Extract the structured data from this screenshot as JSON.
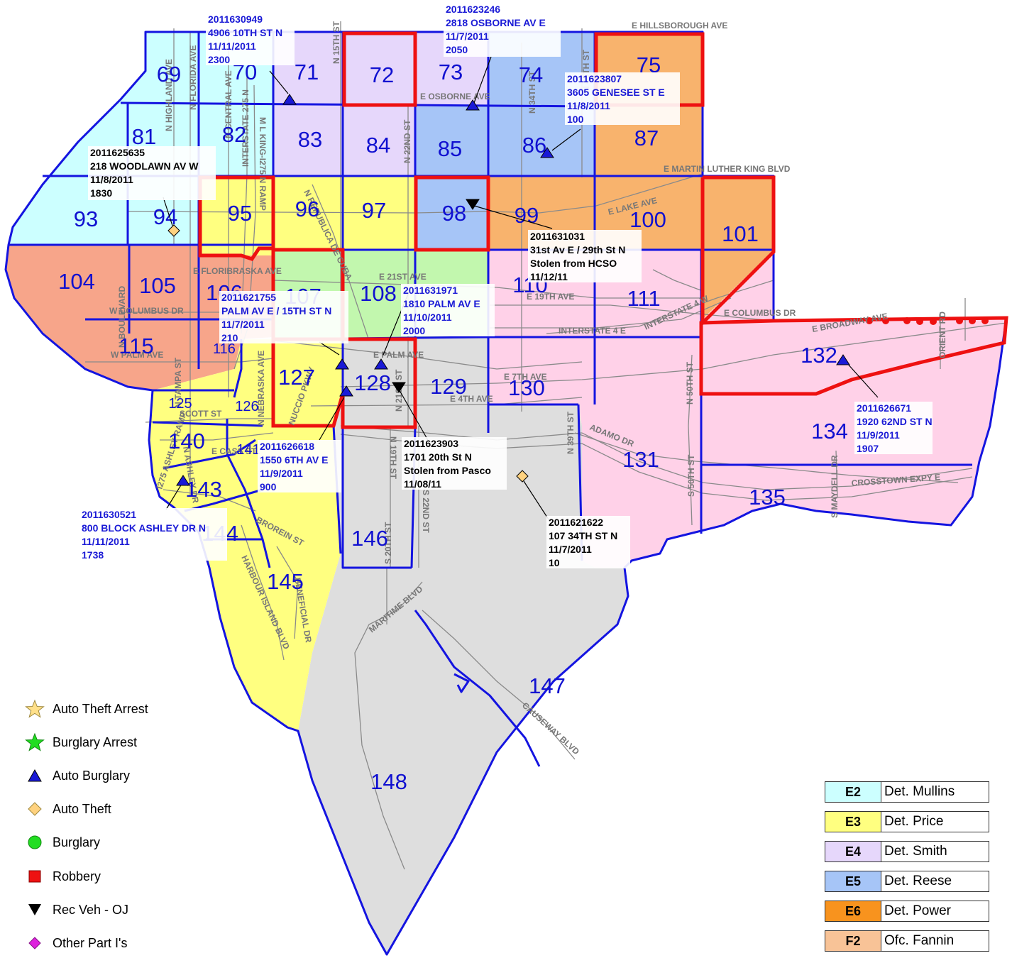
{
  "colors": {
    "E2": "#ccffff",
    "E3": "#ffff80",
    "E4": "#e6d7fb",
    "E5": "#a6c5f7",
    "E6": "#f8b36d",
    "F2": "#f8c397",
    "pink": "#ffd1e8",
    "salmon": "#f7a58a",
    "green": "#c2f7ae",
    "gray": "#dedede",
    "boundary": "#1414e0",
    "highlight": "#ee1111"
  },
  "zones": [
    {
      "id": "69",
      "label": "69"
    },
    {
      "id": "70",
      "label": "70"
    },
    {
      "id": "71",
      "label": "71"
    },
    {
      "id": "72",
      "label": "72"
    },
    {
      "id": "73",
      "label": "73"
    },
    {
      "id": "74",
      "label": "74"
    },
    {
      "id": "75",
      "label": "75"
    },
    {
      "id": "81",
      "label": "81"
    },
    {
      "id": "82",
      "label": "82"
    },
    {
      "id": "83",
      "label": "83"
    },
    {
      "id": "84",
      "label": "84"
    },
    {
      "id": "85",
      "label": "85"
    },
    {
      "id": "86",
      "label": "86"
    },
    {
      "id": "87",
      "label": "87"
    },
    {
      "id": "93",
      "label": "93"
    },
    {
      "id": "94",
      "label": "94"
    },
    {
      "id": "95",
      "label": "95"
    },
    {
      "id": "96",
      "label": "96"
    },
    {
      "id": "97",
      "label": "97"
    },
    {
      "id": "98",
      "label": "98"
    },
    {
      "id": "99",
      "label": "99"
    },
    {
      "id": "100",
      "label": "100"
    },
    {
      "id": "101",
      "label": "101"
    },
    {
      "id": "104",
      "label": "104"
    },
    {
      "id": "105",
      "label": "105"
    },
    {
      "id": "106",
      "label": "106"
    },
    {
      "id": "107",
      "label": "107"
    },
    {
      "id": "108",
      "label": "108"
    },
    {
      "id": "110",
      "label": "110"
    },
    {
      "id": "111",
      "label": "111"
    },
    {
      "id": "115",
      "label": "115"
    },
    {
      "id": "116",
      "label": "116"
    },
    {
      "id": "125",
      "label": "125"
    },
    {
      "id": "126",
      "label": "126"
    },
    {
      "id": "127",
      "label": "127"
    },
    {
      "id": "128",
      "label": "128"
    },
    {
      "id": "129",
      "label": "129"
    },
    {
      "id": "130",
      "label": "130"
    },
    {
      "id": "131",
      "label": "131"
    },
    {
      "id": "132",
      "label": "132"
    },
    {
      "id": "134",
      "label": "134"
    },
    {
      "id": "135",
      "label": "135"
    },
    {
      "id": "140",
      "label": "140"
    },
    {
      "id": "141",
      "label": "141"
    },
    {
      "id": "143",
      "label": "143"
    },
    {
      "id": "144",
      "label": "144"
    },
    {
      "id": "145",
      "label": "145"
    },
    {
      "id": "146",
      "label": "146"
    },
    {
      "id": "147",
      "label": "147"
    },
    {
      "id": "148",
      "label": "148"
    }
  ],
  "streets": [
    {
      "id": "hillsborough",
      "label": "E HILLSBOROUGH AVE"
    },
    {
      "id": "n15th",
      "label": "N 15TH ST"
    },
    {
      "id": "osborne",
      "label": "E OSBORNE AVE"
    },
    {
      "id": "n22nd",
      "label": "N 22ND ST"
    },
    {
      "id": "n34th",
      "label": "N 34TH ST"
    },
    {
      "id": "n40th",
      "label": "N 40TH ST"
    },
    {
      "id": "mlk",
      "label": "E MARTIN LUTHER KING BLVD"
    },
    {
      "id": "lake",
      "label": "E LAKE AVE"
    },
    {
      "id": "nhighland",
      "label": "N HIGHLAND AVE"
    },
    {
      "id": "nflorida",
      "label": "N FLORIDA AVE"
    },
    {
      "id": "ncentral",
      "label": "N CENTRAL AVE"
    },
    {
      "id": "i275",
      "label": "INTERSTATE 275 N"
    },
    {
      "id": "mlking",
      "label": "M L KING-I275 N RAMP"
    },
    {
      "id": "republica",
      "label": "N REPUBLICA DE CUBA"
    },
    {
      "id": "floribraska",
      "label": "E FLORIBRASKA AVE"
    },
    {
      "id": "e21st",
      "label": "E 21ST AVE"
    },
    {
      "id": "e19th",
      "label": "E 19TH AVE"
    },
    {
      "id": "wcolumbus",
      "label": "W COLUMBUS DR"
    },
    {
      "id": "ecolumbus",
      "label": "E COLUMBUS DR"
    },
    {
      "id": "boulevard",
      "label": "N BOULEVARD"
    },
    {
      "id": "i4",
      "label": "INTERSTATE 4 E"
    },
    {
      "id": "i4w",
      "label": "INTERSTATE 4 W"
    },
    {
      "id": "broadway",
      "label": "E BROADWAY AVE"
    },
    {
      "id": "orient",
      "label": "ORIENT RD"
    },
    {
      "id": "wpalm",
      "label": "W PALM AVE"
    },
    {
      "id": "epalm",
      "label": "E PALM AVE"
    },
    {
      "id": "tampa",
      "label": "N TAMPA ST"
    },
    {
      "id": "nebraska",
      "label": "N NEBRASKA AVE"
    },
    {
      "id": "nuccio",
      "label": "NUCCIO PKWY"
    },
    {
      "id": "e7th",
      "label": "E 7TH AVE"
    },
    {
      "id": "e4th",
      "label": "E 4TH AVE"
    },
    {
      "id": "n21st",
      "label": "N 21ST ST"
    },
    {
      "id": "n50th",
      "label": "N 50TH ST"
    },
    {
      "id": "scott",
      "label": "SCOTT ST"
    },
    {
      "id": "cass",
      "label": "E CASS ST"
    },
    {
      "id": "ashley",
      "label": "N ASHLEY DR"
    },
    {
      "id": "i275ramp",
      "label": "I275 ASHLEY RAMP"
    },
    {
      "id": "n39th",
      "label": "N 39TH ST"
    },
    {
      "id": "adamo",
      "label": "ADAMO DR"
    },
    {
      "id": "s50th",
      "label": "S 50TH ST"
    },
    {
      "id": "smaydell",
      "label": "S MAYDELL DR"
    },
    {
      "id": "crosstown",
      "label": "CROSSTOWN EXPY E"
    },
    {
      "id": "s19th",
      "label": "N 19TH ST"
    },
    {
      "id": "s22nd",
      "label": "S 22ND ST"
    },
    {
      "id": "s20th",
      "label": "S 20TH ST"
    },
    {
      "id": "brorein",
      "label": "BROREIN ST"
    },
    {
      "id": "harbour",
      "label": "HARBOUR ISLAND BLVD"
    },
    {
      "id": "beneficial",
      "label": "BENEFICIAL DR"
    },
    {
      "id": "maritime",
      "label": "MARITIME BLVD"
    },
    {
      "id": "causeway",
      "label": "CAUSEWAY BLVD"
    }
  ],
  "incidents": [
    {
      "id": "a1",
      "type": "auto-burglary",
      "lines": [
        "2011630949",
        "4906 10TH ST N",
        "11/11/2011",
        "2300"
      ]
    },
    {
      "id": "a2",
      "type": "auto-burglary",
      "lines": [
        "2011623246",
        "2818 OSBORNE AV E",
        "11/7/2011",
        "2050"
      ]
    },
    {
      "id": "a3",
      "type": "auto-burglary",
      "lines": [
        "2011623807",
        "3605 GENESEE ST E",
        "11/8/2011",
        "100"
      ]
    },
    {
      "id": "t1",
      "type": "auto-theft",
      "lines": [
        "2011625635",
        "218 WOODLAWN AV W",
        "11/8/2011",
        "1830"
      ]
    },
    {
      "id": "r1",
      "type": "rec-veh",
      "lines": [
        "2011631031",
        "31st Av E / 29th St N",
        "Stolen from HCSO",
        "11/12/11"
      ]
    },
    {
      "id": "a4",
      "type": "auto-burglary",
      "lines": [
        "2011621755",
        "PALM AV E / 15TH ST N",
        "11/7/2011",
        "210"
      ]
    },
    {
      "id": "a5",
      "type": "auto-burglary",
      "lines": [
        "2011631971",
        "1810 PALM AV E",
        "11/10/2011",
        "2000"
      ]
    },
    {
      "id": "a6",
      "type": "auto-burglary",
      "lines": [
        "2011626618",
        "1550 6TH AV E",
        "11/9/2011",
        "900"
      ]
    },
    {
      "id": "r2",
      "type": "rec-veh",
      "lines": [
        "2011623903",
        "1701 20th St N",
        "Stolen from Pasco",
        "11/08/11"
      ]
    },
    {
      "id": "a7",
      "type": "auto-burglary",
      "lines": [
        "2011626671",
        "1920 62ND ST N",
        "11/9/2011",
        "1907"
      ]
    },
    {
      "id": "a8",
      "type": "auto-burglary",
      "lines": [
        "2011630521",
        "800 BLOCK ASHLEY DR N",
        "11/11/2011",
        "1738"
      ]
    },
    {
      "id": "t2",
      "type": "auto-theft",
      "lines": [
        "2011621622",
        "107 34TH ST N",
        "11/7/2011",
        "10"
      ]
    }
  ],
  "legend": [
    {
      "id": "auto-theft-arrest",
      "label": "Auto Theft Arrest",
      "symbol": "star",
      "color": "#ffe08a"
    },
    {
      "id": "burglary-arrest",
      "label": "Burglary Arrest",
      "symbol": "star",
      "color": "#22dd22"
    },
    {
      "id": "auto-burglary",
      "label": "Auto Burglary",
      "symbol": "triangle-up",
      "color": "#1a1ad6"
    },
    {
      "id": "auto-theft",
      "label": "Auto Theft",
      "symbol": "diamond",
      "color": "#ffd27f"
    },
    {
      "id": "burglary",
      "label": "Burglary",
      "symbol": "circle",
      "color": "#22dd22"
    },
    {
      "id": "robbery",
      "label": "Robbery",
      "symbol": "square",
      "color": "#ee1111"
    },
    {
      "id": "rec-veh",
      "label": "Rec Veh - OJ",
      "symbol": "triangle-down",
      "color": "#000000"
    },
    {
      "id": "other-part-i",
      "label": "Other Part I's",
      "symbol": "diamond",
      "color": "#dd22dd"
    }
  ],
  "detectives": [
    {
      "code": "E2",
      "name": "Det. Mullins",
      "color": "#ccffff"
    },
    {
      "code": "E3",
      "name": "Det. Price",
      "color": "#ffff80"
    },
    {
      "code": "E4",
      "name": "Det. Smith",
      "color": "#e6d7fb"
    },
    {
      "code": "E5",
      "name": "Det. Reese",
      "color": "#a6c5f7"
    },
    {
      "code": "E6",
      "name": "Det. Power",
      "color": "#f8931e"
    },
    {
      "code": "F2",
      "name": "Ofc. Fannin",
      "color": "#f8c397"
    }
  ]
}
